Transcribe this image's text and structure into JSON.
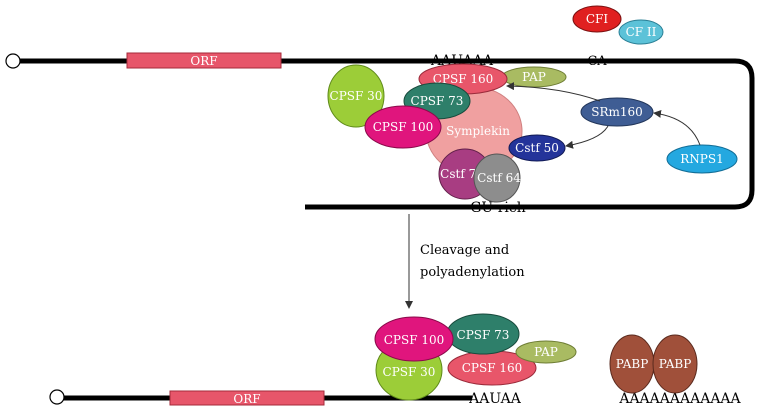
{
  "diagram": {
    "top": {
      "orf_label": "ORF",
      "polya_signal": "AAUAAA",
      "ca_label": "CA",
      "gu_rich_label": "GU-rich",
      "factors": {
        "cfi": "CFI",
        "cfii": "CF II",
        "cpsf160": "CPSF 160",
        "pap": "PAP",
        "cpsf30": "CPSF 30",
        "cpsf73": "CPSF 73",
        "cpsf100": "CPSF 100",
        "symplekin": "Symplekin",
        "srm160": "SRm160",
        "cstf50": "Cstf 50",
        "rnps1": "RNPS1",
        "cstf77": "Cstf 77",
        "cstf64": "Cstf 64"
      }
    },
    "step": {
      "line1": "Cleavage and",
      "line2": "polyadenylation"
    },
    "bottom": {
      "orf_label": "ORF",
      "polya_signal": "AAUAA",
      "polya_tail": "AAAAAAAAAAAA",
      "factors": {
        "cpsf100": "CPSF 100",
        "cpsf73": "CPSF 73",
        "pap": "PAP",
        "cpsf30": "CPSF 30",
        "cpsf160": "CPSF 160",
        "pabp1": "PABP",
        "pabp2": "PABP"
      }
    },
    "colors": {
      "orf": "#e7566a",
      "cfi": "#e02020",
      "cfii": "#5cc2d8",
      "cpsf160": "#e8566a",
      "pap": "#a9bb62",
      "cpsf30": "#9ccd38",
      "cpsf73": "#2e7f6a",
      "cpsf100": "#e0157d",
      "symplekin": "#f0a0a0",
      "srm160": "#3f5d94",
      "cstf50": "#24349a",
      "rnps1": "#24a8e0",
      "cstf77": "#a83d82",
      "cstf64": "#8d8d8d",
      "pabp": "#a0503a"
    }
  }
}
